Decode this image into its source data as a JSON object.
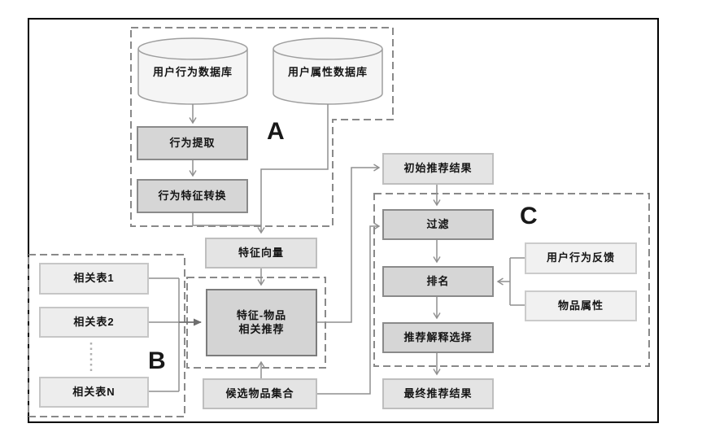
{
  "regions": {
    "a": {
      "label": "A"
    },
    "b": {
      "label": "B"
    },
    "c": {
      "label": "C"
    }
  },
  "nodes": {
    "user_behavior_db": {
      "label": "用户行为数据库"
    },
    "user_attribute_db": {
      "label": "用户属性数据库"
    },
    "behavior_extraction": {
      "label": "行为提取"
    },
    "behavior_feature_conversion": {
      "label": "行为特征转换"
    },
    "feature_vector": {
      "label": "特征向量"
    },
    "feature_item_recommendation": {
      "line1": "特征-物品",
      "line2": "相关推荐"
    },
    "initial_results": {
      "label": "初始推荐结果"
    },
    "filter": {
      "label": "过滤"
    },
    "ranking": {
      "label": "排名"
    },
    "explanation_selection": {
      "label": "推荐解释选择"
    },
    "final_results": {
      "label": "最终推荐结果"
    },
    "candidate_items": {
      "label": "候选物品集合"
    },
    "related_table_1": {
      "label": "相关表1"
    },
    "related_table_2": {
      "label": "相关表2"
    },
    "related_table_n": {
      "label": "相关表N"
    },
    "user_behavior_feedback": {
      "label": "用户行为反馈"
    },
    "item_attributes": {
      "label": "物品属性"
    }
  },
  "colors": {
    "frame": "#000000",
    "connector_line": "#8f8f8f",
    "dashed_region": "#898989",
    "process_fill": "#d6d6d6",
    "process_border": "#8a8a8a",
    "result_fill": "#e4e4e4",
    "result_border": "#bebebe",
    "table_fill": "#ededed",
    "feedback_fill": "#f1f1f1",
    "cylinder_fill": "#f5f5f5",
    "cylinder_stroke": "#9e9e9e"
  }
}
